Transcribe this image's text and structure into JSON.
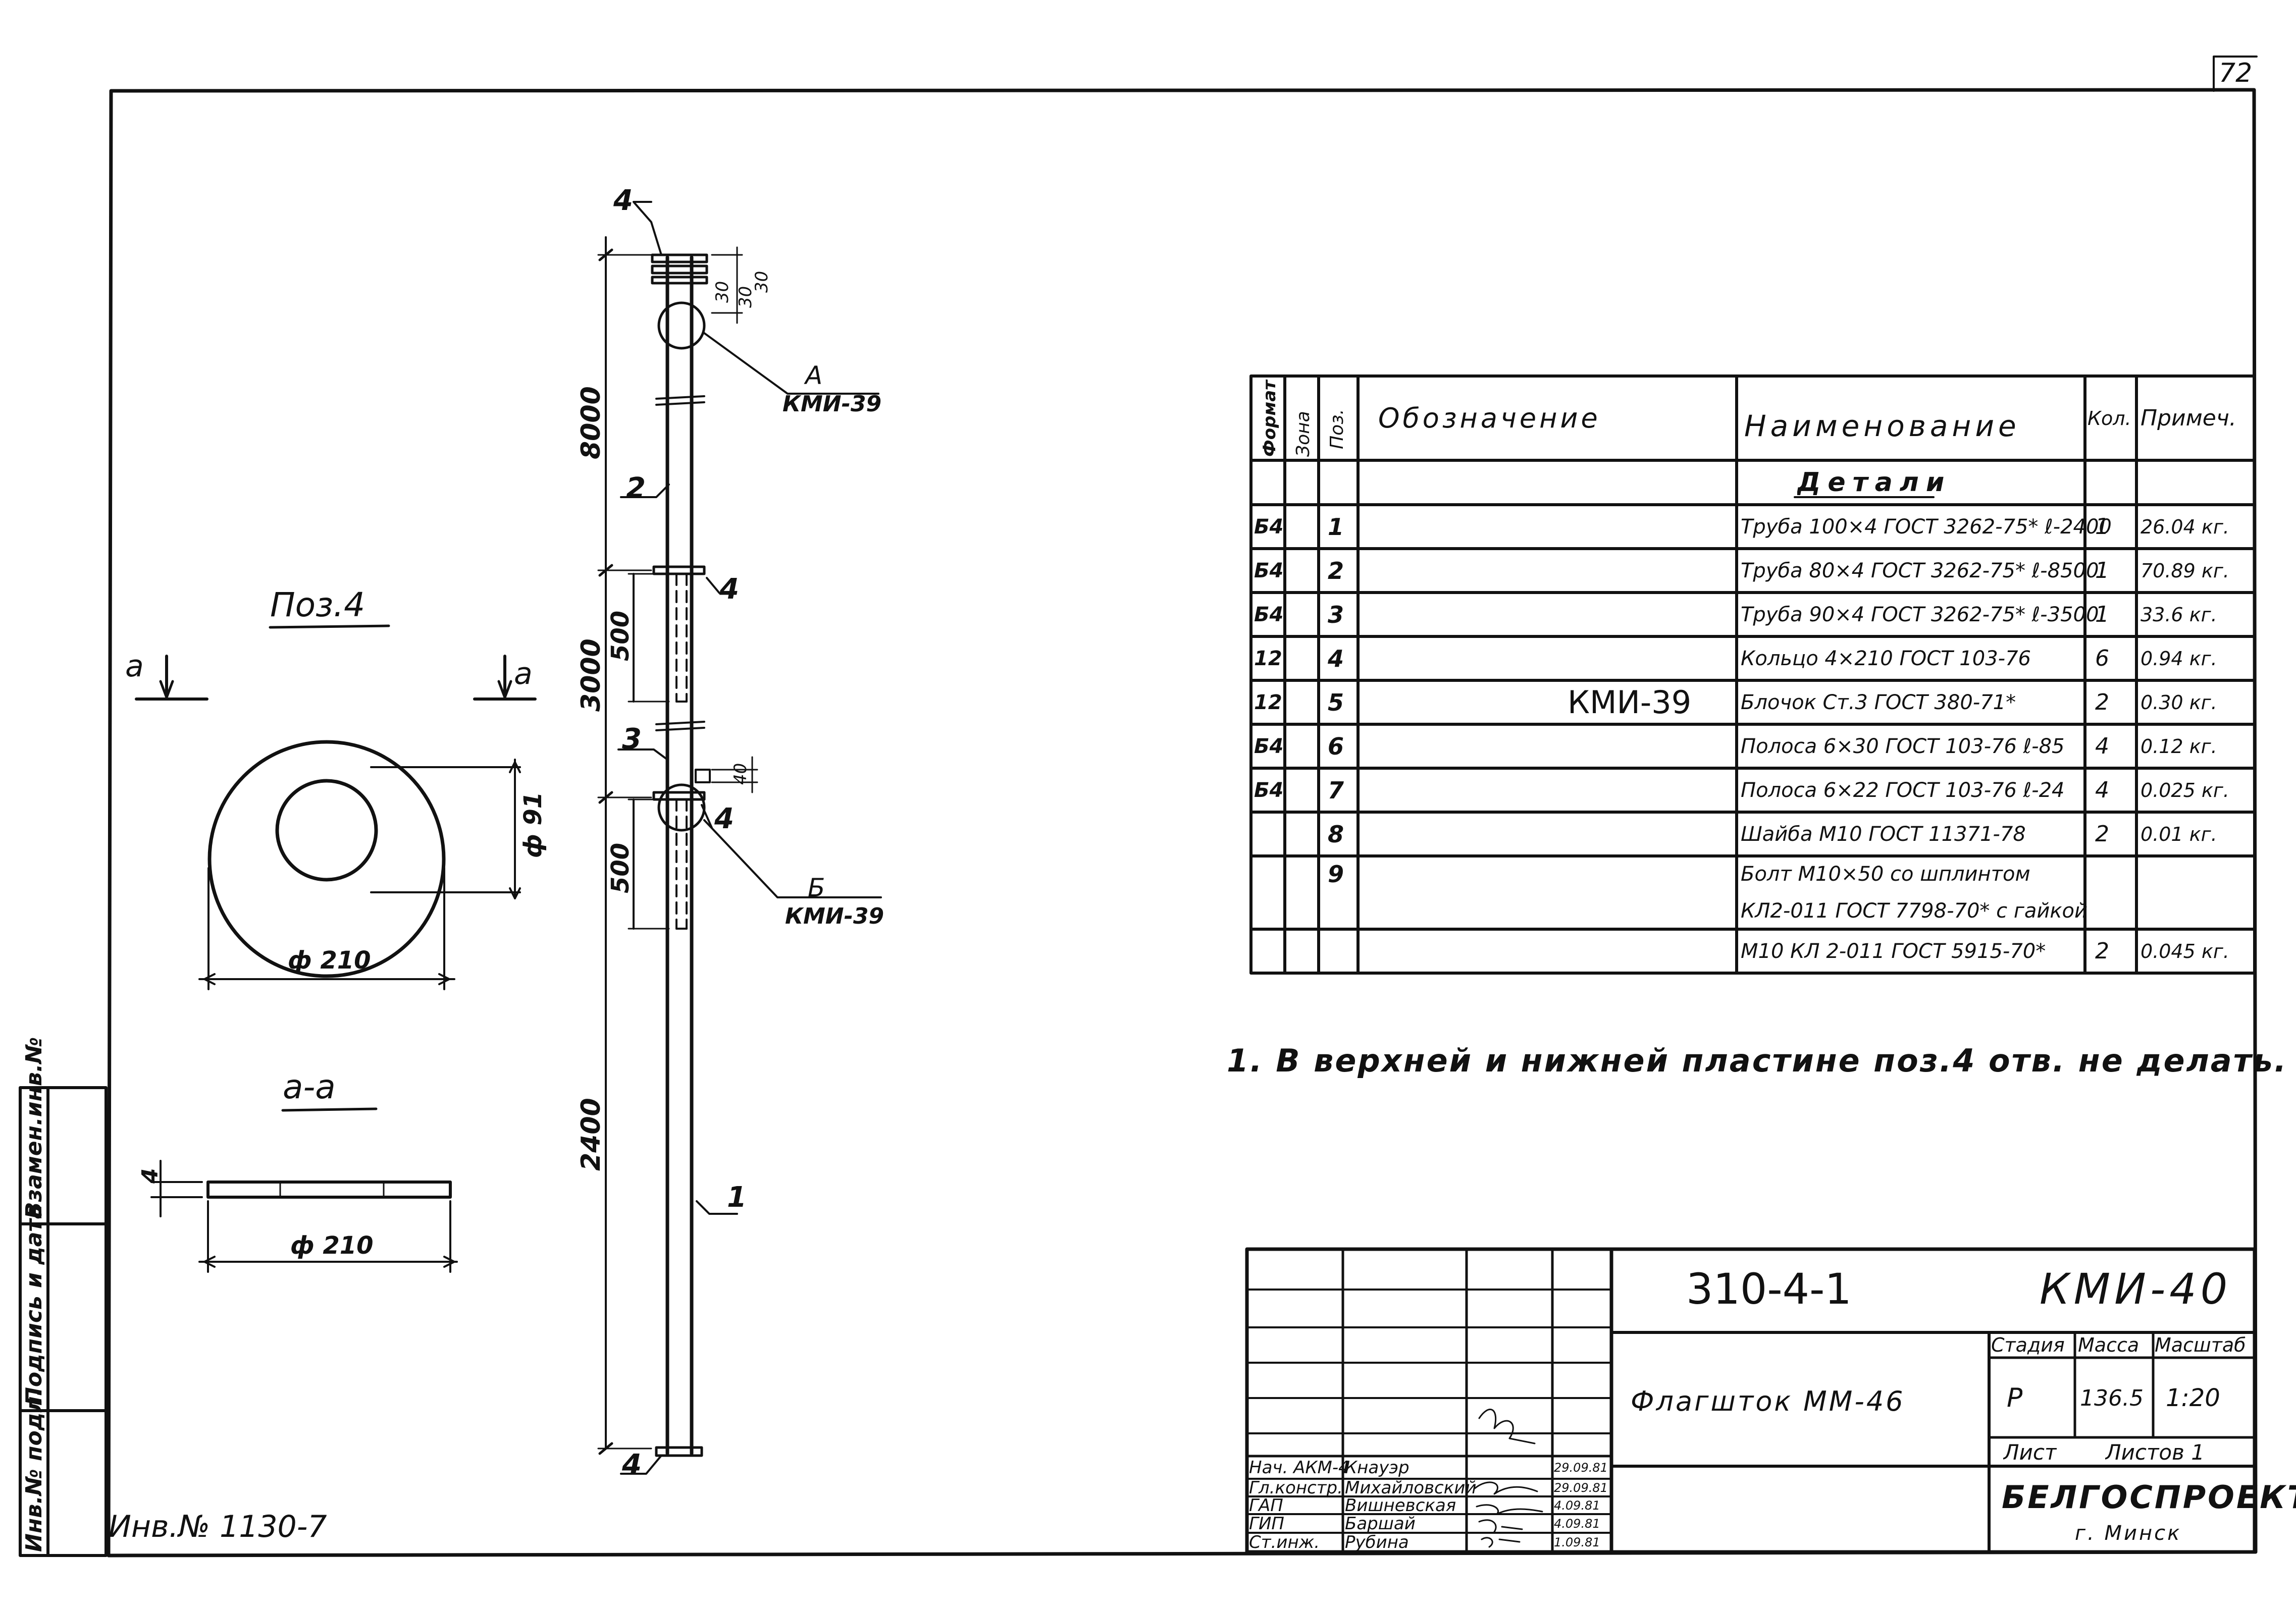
{
  "sheet": {
    "page_number": "72",
    "inventory_number": "Инв.№ 1130-7"
  },
  "side_stamp": {
    "col1": "Инв.№ подл.",
    "col2": "Подпись и дата",
    "col3": "Взамен.инв.№"
  },
  "detail": {
    "title": "Поз.4",
    "section_mark_left": "а",
    "section_mark_right": "а",
    "section_title": "а-а",
    "inner_diameter": "ф 91",
    "outer_diameter": "ф 210",
    "section_diameter": "ф 210",
    "thickness": "4"
  },
  "pole": {
    "dimensions": {
      "top_gap_1": "30",
      "top_gap_2": "30",
      "top_gap_3": "30",
      "segment_top": "8000",
      "segment_mid": "3000",
      "sleeve_upper": "500",
      "sleeve_lower": "500",
      "segment_bottom": "2400",
      "side_gap": "40"
    },
    "labels": {
      "pos_4_top": "4",
      "pos_2": "2",
      "pos_4_mid": "4",
      "pos_3": "3",
      "pos_4_low": "4",
      "pos_1": "1",
      "pos_4_bottom": "4"
    },
    "callouts": {
      "a_letter": "А",
      "a_ref": "КМИ-39",
      "b_letter": "Б",
      "b_ref": "КМИ-39"
    }
  },
  "spec_table": {
    "headers": {
      "format": "Формат",
      "zone": "Зона",
      "pos": "Поз.",
      "designation": "Обозначение",
      "name": "Наименование",
      "qty": "Кол.",
      "note": "Примеч."
    },
    "section_title": "Детали",
    "designation_value": "КМИ-39",
    "rows": [
      {
        "format": "Б4",
        "pos": "1",
        "name": "Труба 100×4 ГОСТ 3262-75* ℓ-2400",
        "qty": "1",
        "note": "26.04 кг."
      },
      {
        "format": "Б4",
        "pos": "2",
        "name": "Труба 80×4 ГОСТ 3262-75* ℓ-8500",
        "qty": "1",
        "note": "70.89 кг."
      },
      {
        "format": "Б4",
        "pos": "3",
        "name": "Труба 90×4 ГОСТ 3262-75* ℓ-3500",
        "qty": "1",
        "note": "33.6 кг."
      },
      {
        "format": "12",
        "pos": "4",
        "name": "Кольцо 4×210 ГОСТ 103-76",
        "qty": "6",
        "note": "0.94 кг."
      },
      {
        "format": "12",
        "pos": "5",
        "name": "Блочок Ст.3 ГОСТ 380-71*",
        "qty": "2",
        "note": "0.30 кг."
      },
      {
        "format": "Б4",
        "pos": "6",
        "name": "Полоса 6×30 ГОСТ 103-76 ℓ-85",
        "qty": "4",
        "note": "0.12 кг."
      },
      {
        "format": "Б4",
        "pos": "7",
        "name": "Полоса 6×22 ГОСТ 103-76 ℓ-24",
        "qty": "4",
        "note": "0.025 кг."
      },
      {
        "format": "",
        "pos": "8",
        "name": "Шайба М10 ГОСТ 11371-78",
        "qty": "2",
        "note": "0.01 кг."
      },
      {
        "format": "",
        "pos": "9",
        "name": "Болт М10×50 со шплинтом",
        "qty": "",
        "note": ""
      },
      {
        "format": "",
        "pos": "",
        "name": "КЛ2-011 ГОСТ 7798-70* с гайкой",
        "qty": "",
        "note": ""
      },
      {
        "format": "",
        "pos": "",
        "name": "М10 КЛ 2-011 ГОСТ 5915-70*",
        "qty": "2",
        "note": "0.045 кг."
      }
    ]
  },
  "note": "1. В верхней и нижней пластине поз.4 отв. не делать.",
  "title_block": {
    "project_code": "310-4-1",
    "drawing_code": "КМИ-40",
    "object_name": "Флагшток ММ-46",
    "stage_label": "Стадия",
    "mass_label": "Масса",
    "scale_label": "Масштаб",
    "stage": "Р",
    "mass": "136.5",
    "scale": "1:20",
    "sheet_label": "Лист",
    "sheets_label": "Листов 1",
    "organization": "БЕЛГОСПРОЕКТ",
    "city": "г. Минск",
    "signatories": [
      {
        "role": "Нач. АКМ-4",
        "name": "Кнауэр",
        "date": "29.09.81"
      },
      {
        "role": "Гл.констр.",
        "name": "Михайловский",
        "date": "29.09.81"
      },
      {
        "role": "ГАП",
        "name": "Вишневская",
        "date": "4.09.81"
      },
      {
        "role": "ГИП",
        "name": "Баршай",
        "date": "4.09.81"
      },
      {
        "role": "Ст.инж.",
        "name": "Рубина",
        "date": "1.09.81"
      }
    ]
  }
}
